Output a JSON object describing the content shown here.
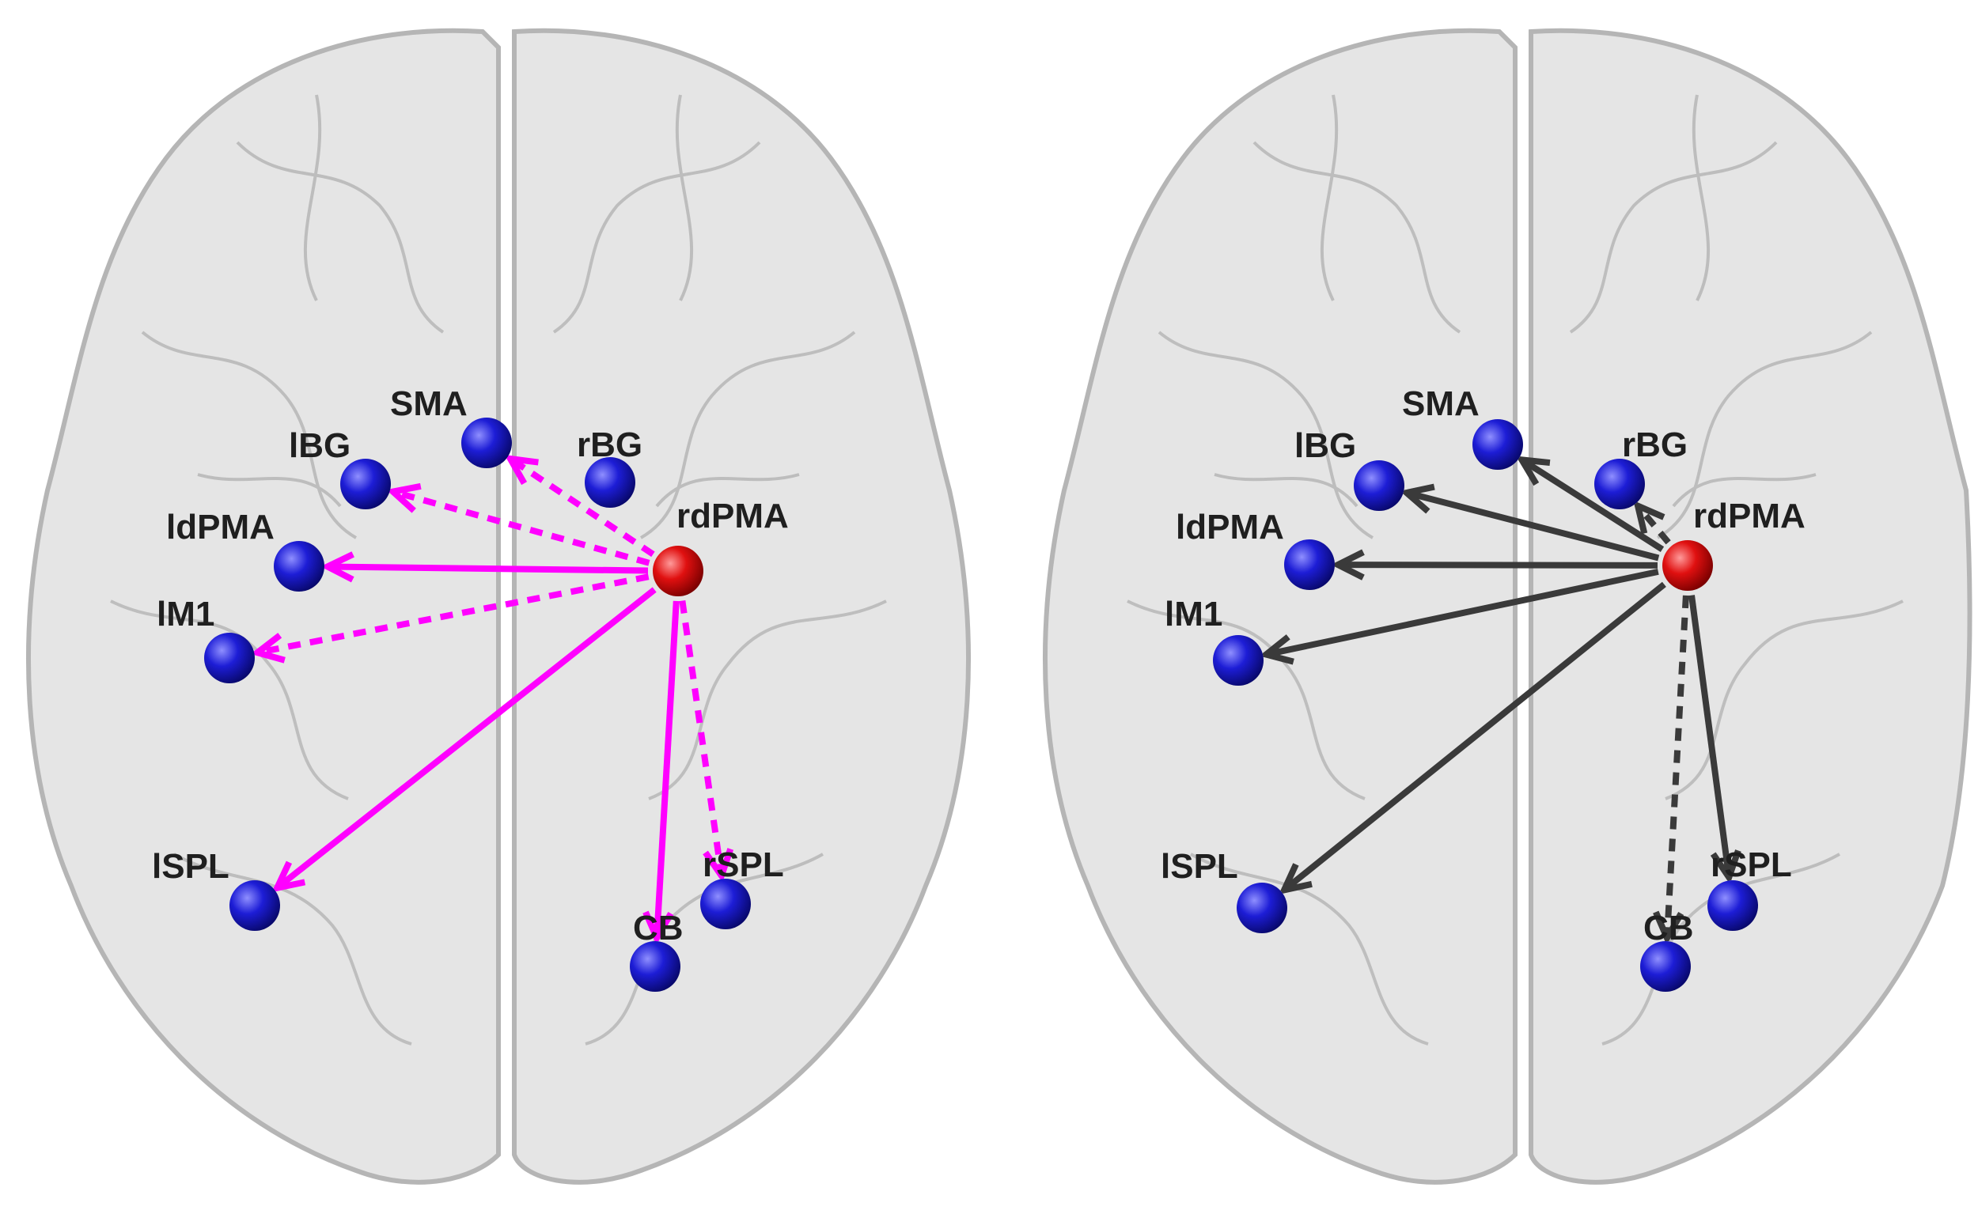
{
  "colors": {
    "source_node": "#e01010",
    "target_node": "#1d1dd6",
    "left_panel_edges": "#ff00ff",
    "right_panel_edges": "#3a3a3a",
    "brain_fill": "#d9d9d9"
  },
  "panels": [
    {
      "id": "left",
      "edge_color_key": "left_panel_edges",
      "source": "rdPMA",
      "nodes": [
        {
          "id": "SMA",
          "label": "SMA"
        },
        {
          "id": "lBG",
          "label": "lBG"
        },
        {
          "id": "rBG",
          "label": "rBG"
        },
        {
          "id": "ldPMA",
          "label": "ldPMA"
        },
        {
          "id": "rdPMA",
          "label": "rdPMA"
        },
        {
          "id": "lM1",
          "label": "lM1"
        },
        {
          "id": "lSPL",
          "label": "lSPL"
        },
        {
          "id": "rSPL",
          "label": "rSPL"
        },
        {
          "id": "CB",
          "label": "CB"
        }
      ],
      "edges": [
        {
          "from": "rdPMA",
          "to": "SMA",
          "style": "dashed"
        },
        {
          "from": "rdPMA",
          "to": "lBG",
          "style": "dashed"
        },
        {
          "from": "rdPMA",
          "to": "ldPMA",
          "style": "solid"
        },
        {
          "from": "rdPMA",
          "to": "lM1",
          "style": "dashed"
        },
        {
          "from": "rdPMA",
          "to": "lSPL",
          "style": "solid"
        },
        {
          "from": "rdPMA",
          "to": "CB",
          "style": "solid"
        },
        {
          "from": "rdPMA",
          "to": "rSPL",
          "style": "dashed"
        }
      ]
    },
    {
      "id": "right",
      "edge_color_key": "right_panel_edges",
      "source": "rdPMA",
      "nodes": [
        {
          "id": "SMA",
          "label": "SMA"
        },
        {
          "id": "lBG",
          "label": "lBG"
        },
        {
          "id": "rBG",
          "label": "rBG"
        },
        {
          "id": "ldPMA",
          "label": "ldPMA"
        },
        {
          "id": "rdPMA",
          "label": "rdPMA"
        },
        {
          "id": "lM1",
          "label": "lM1"
        },
        {
          "id": "lSPL",
          "label": "lSPL"
        },
        {
          "id": "rSPL",
          "label": "rSPL"
        },
        {
          "id": "CB",
          "label": "CB"
        }
      ],
      "edges": [
        {
          "from": "rdPMA",
          "to": "SMA",
          "style": "solid"
        },
        {
          "from": "rdPMA",
          "to": "lBG",
          "style": "solid"
        },
        {
          "from": "rdPMA",
          "to": "rBG",
          "style": "dashed"
        },
        {
          "from": "rdPMA",
          "to": "ldPMA",
          "style": "solid"
        },
        {
          "from": "rdPMA",
          "to": "lM1",
          "style": "solid"
        },
        {
          "from": "rdPMA",
          "to": "lSPL",
          "style": "solid"
        },
        {
          "from": "rdPMA",
          "to": "rSPL",
          "style": "solid"
        },
        {
          "from": "rdPMA",
          "to": "CB",
          "style": "dashed"
        }
      ]
    }
  ]
}
